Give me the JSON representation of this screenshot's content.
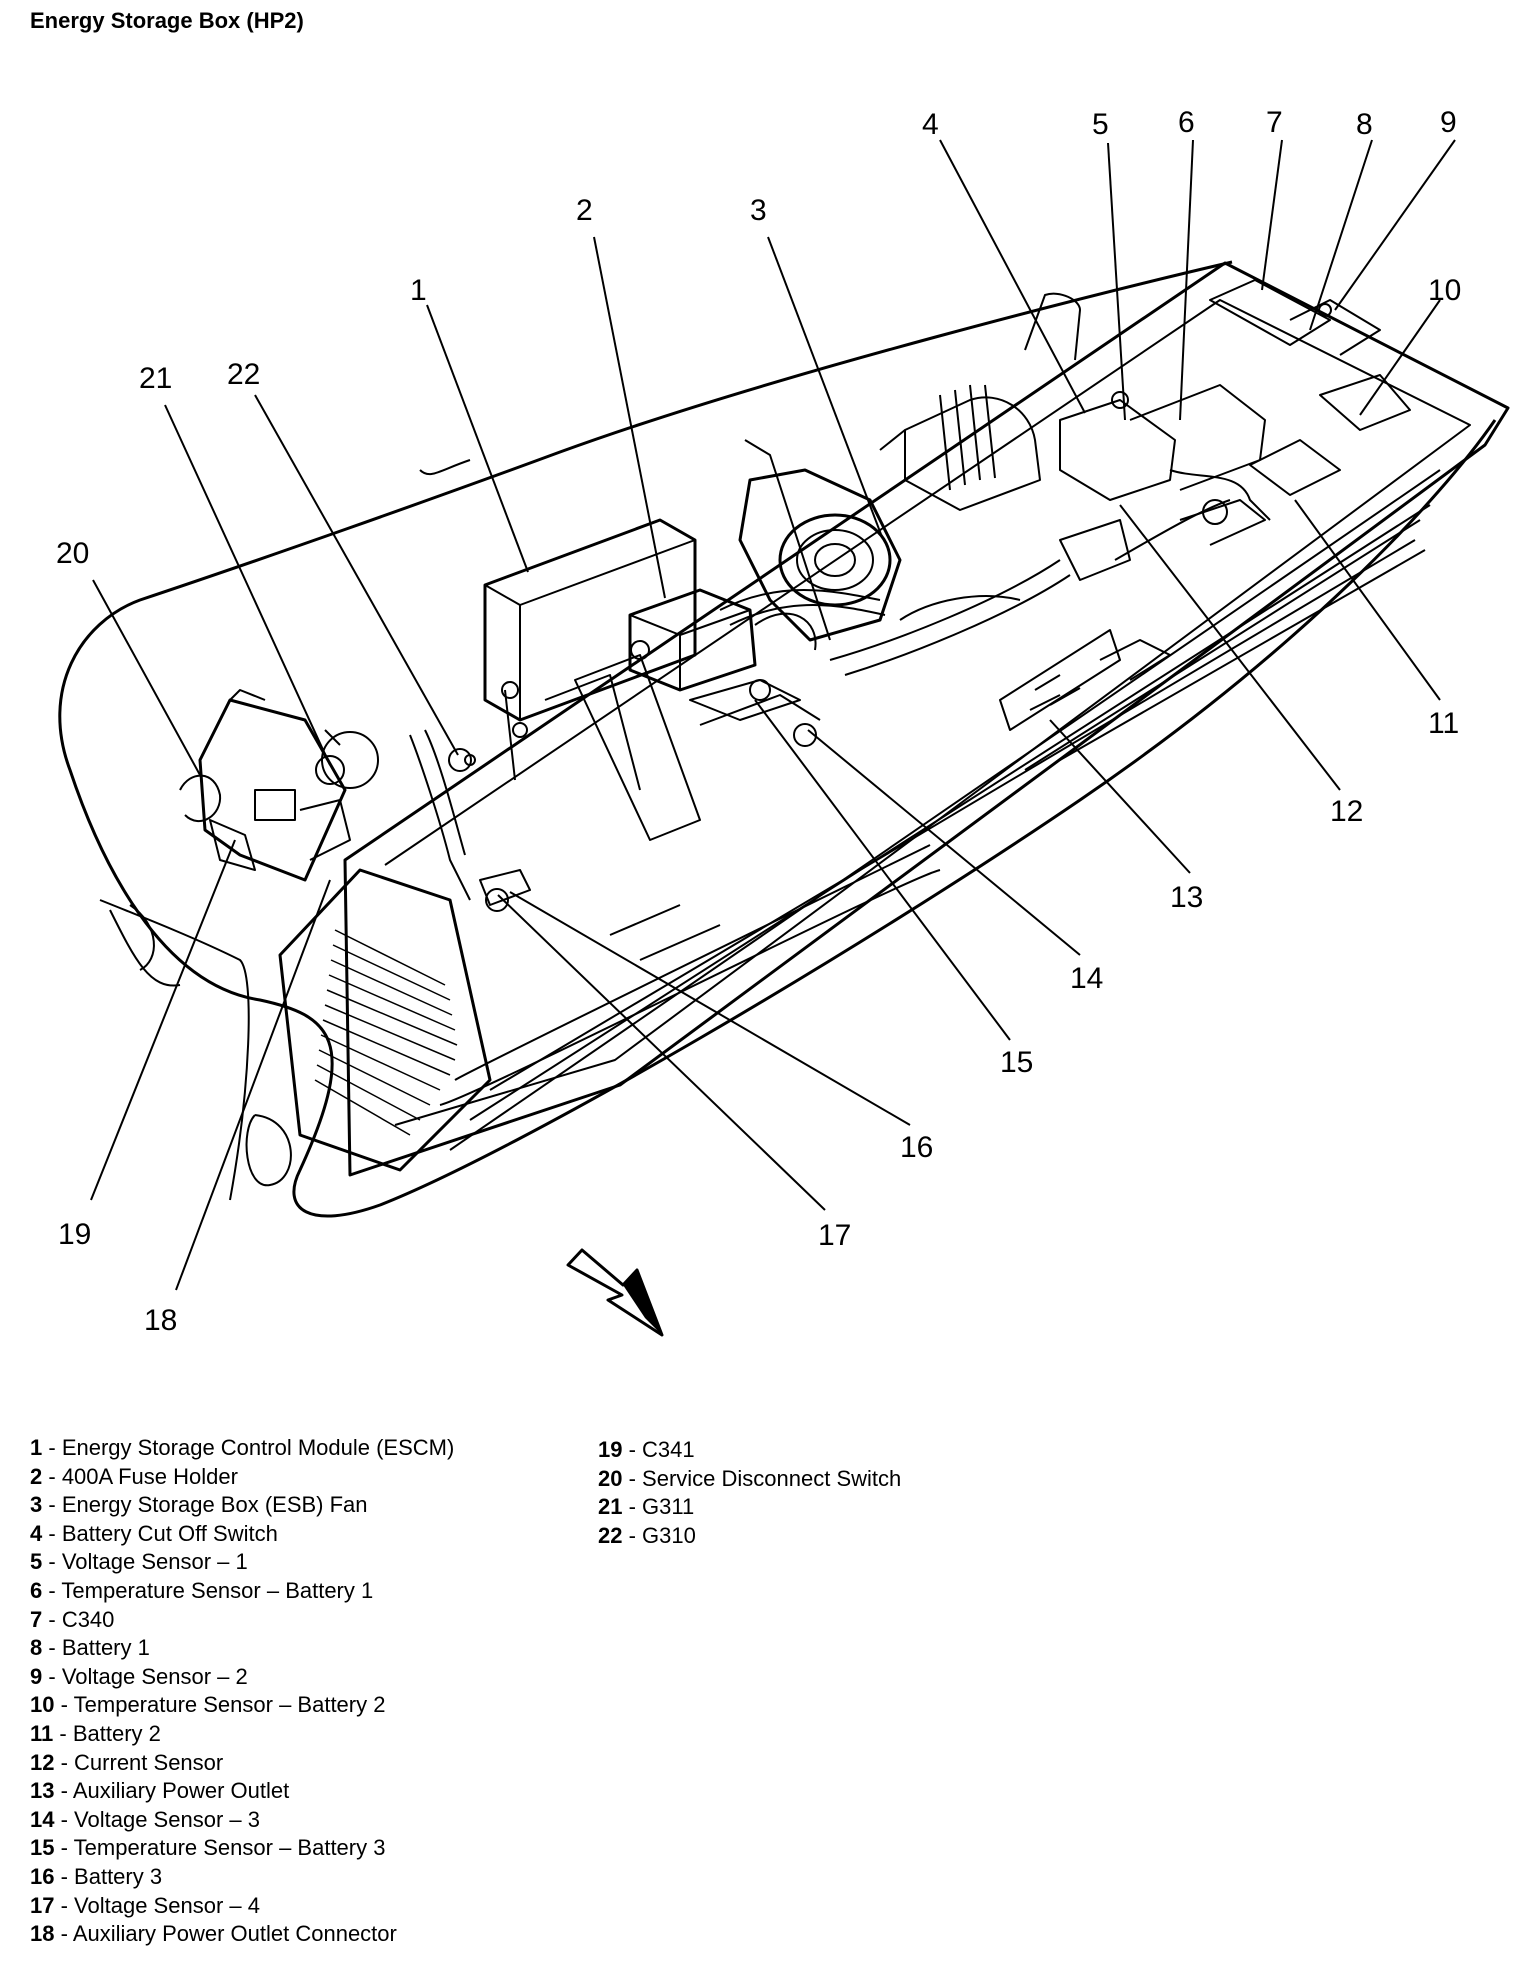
{
  "title": "Energy Storage Box (HP2)",
  "callouts": [
    "1",
    "2",
    "3",
    "4",
    "5",
    "6",
    "7",
    "8",
    "9",
    "10",
    "11",
    "12",
    "13",
    "14",
    "15",
    "16",
    "17",
    "18",
    "19",
    "20",
    "21",
    "22"
  ],
  "legend_left": [
    {
      "num": "1",
      "text": "Energy Storage Control Module (ESCM)"
    },
    {
      "num": "2",
      "text": "400A Fuse Holder"
    },
    {
      "num": "3",
      "text": "Energy Storage Box (ESB) Fan"
    },
    {
      "num": "4",
      "text": "Battery Cut Off Switch"
    },
    {
      "num": "5",
      "text": "Voltage Sensor – 1"
    },
    {
      "num": "6",
      "text": "Temperature Sensor – Battery 1"
    },
    {
      "num": "7",
      "text": "C340"
    },
    {
      "num": "8",
      "text": "Battery 1"
    },
    {
      "num": "9",
      "text": "Voltage Sensor – 2"
    },
    {
      "num": "10",
      "text": "Temperature Sensor – Battery 2"
    },
    {
      "num": "11",
      "text": "Battery 2"
    },
    {
      "num": "12",
      "text": "Current Sensor"
    },
    {
      "num": "13",
      "text": "Auxiliary Power Outlet"
    },
    {
      "num": "14",
      "text": "Voltage Sensor – 3"
    },
    {
      "num": "15",
      "text": "Temperature Sensor – Battery 3"
    },
    {
      "num": "16",
      "text": "Battery 3"
    },
    {
      "num": "17",
      "text": "Voltage Sensor – 4"
    },
    {
      "num": "18",
      "text": "Auxiliary Power Outlet Connector"
    }
  ],
  "legend_right": [
    {
      "num": "19",
      "text": "C341"
    },
    {
      "num": "20",
      "text": "Service Disconnect Switch"
    },
    {
      "num": "21",
      "text": "G311"
    },
    {
      "num": "22",
      "text": "G310"
    }
  ]
}
